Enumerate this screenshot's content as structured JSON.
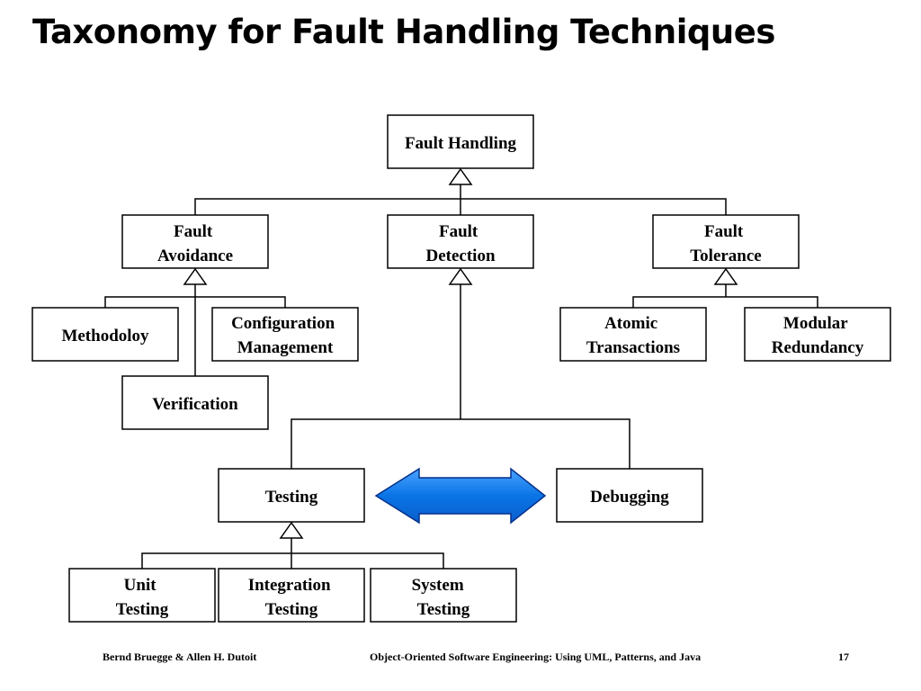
{
  "slide": {
    "title": "Taxonomy for Fault Handling Techniques"
  },
  "diagram": {
    "nodes": {
      "fault_handling": [
        "Fault Handling"
      ],
      "fault_avoidance": [
        "Fault",
        "Avoidance"
      ],
      "fault_detection": [
        "Fault",
        "Detection"
      ],
      "fault_tolerance": [
        "Fault",
        "Tolerance"
      ],
      "methodology": [
        "Methodoloy"
      ],
      "configuration_management": [
        "Configuration",
        "Management"
      ],
      "verification": [
        "Verification"
      ],
      "atomic_transactions": [
        "Atomic",
        "Transactions"
      ],
      "modular_redundancy": [
        "Modular",
        "Redundancy"
      ],
      "testing": [
        "Testing"
      ],
      "debugging": [
        "Debugging"
      ],
      "unit_testing": [
        "Unit",
        "Testing"
      ],
      "integration_testing": [
        "Integration",
        "Testing"
      ],
      "system_testing": [
        "System",
        "Testing"
      ]
    },
    "colors": {
      "arrow_fill": "#0a74e6",
      "arrow_stroke": "#05308a",
      "line": "#000000"
    }
  },
  "footer": {
    "authors": "Bernd Bruegge & Allen H. Dutoit",
    "book": "Object-Oriented Software Engineering: Using UML, Patterns, and Java",
    "page": "17"
  }
}
